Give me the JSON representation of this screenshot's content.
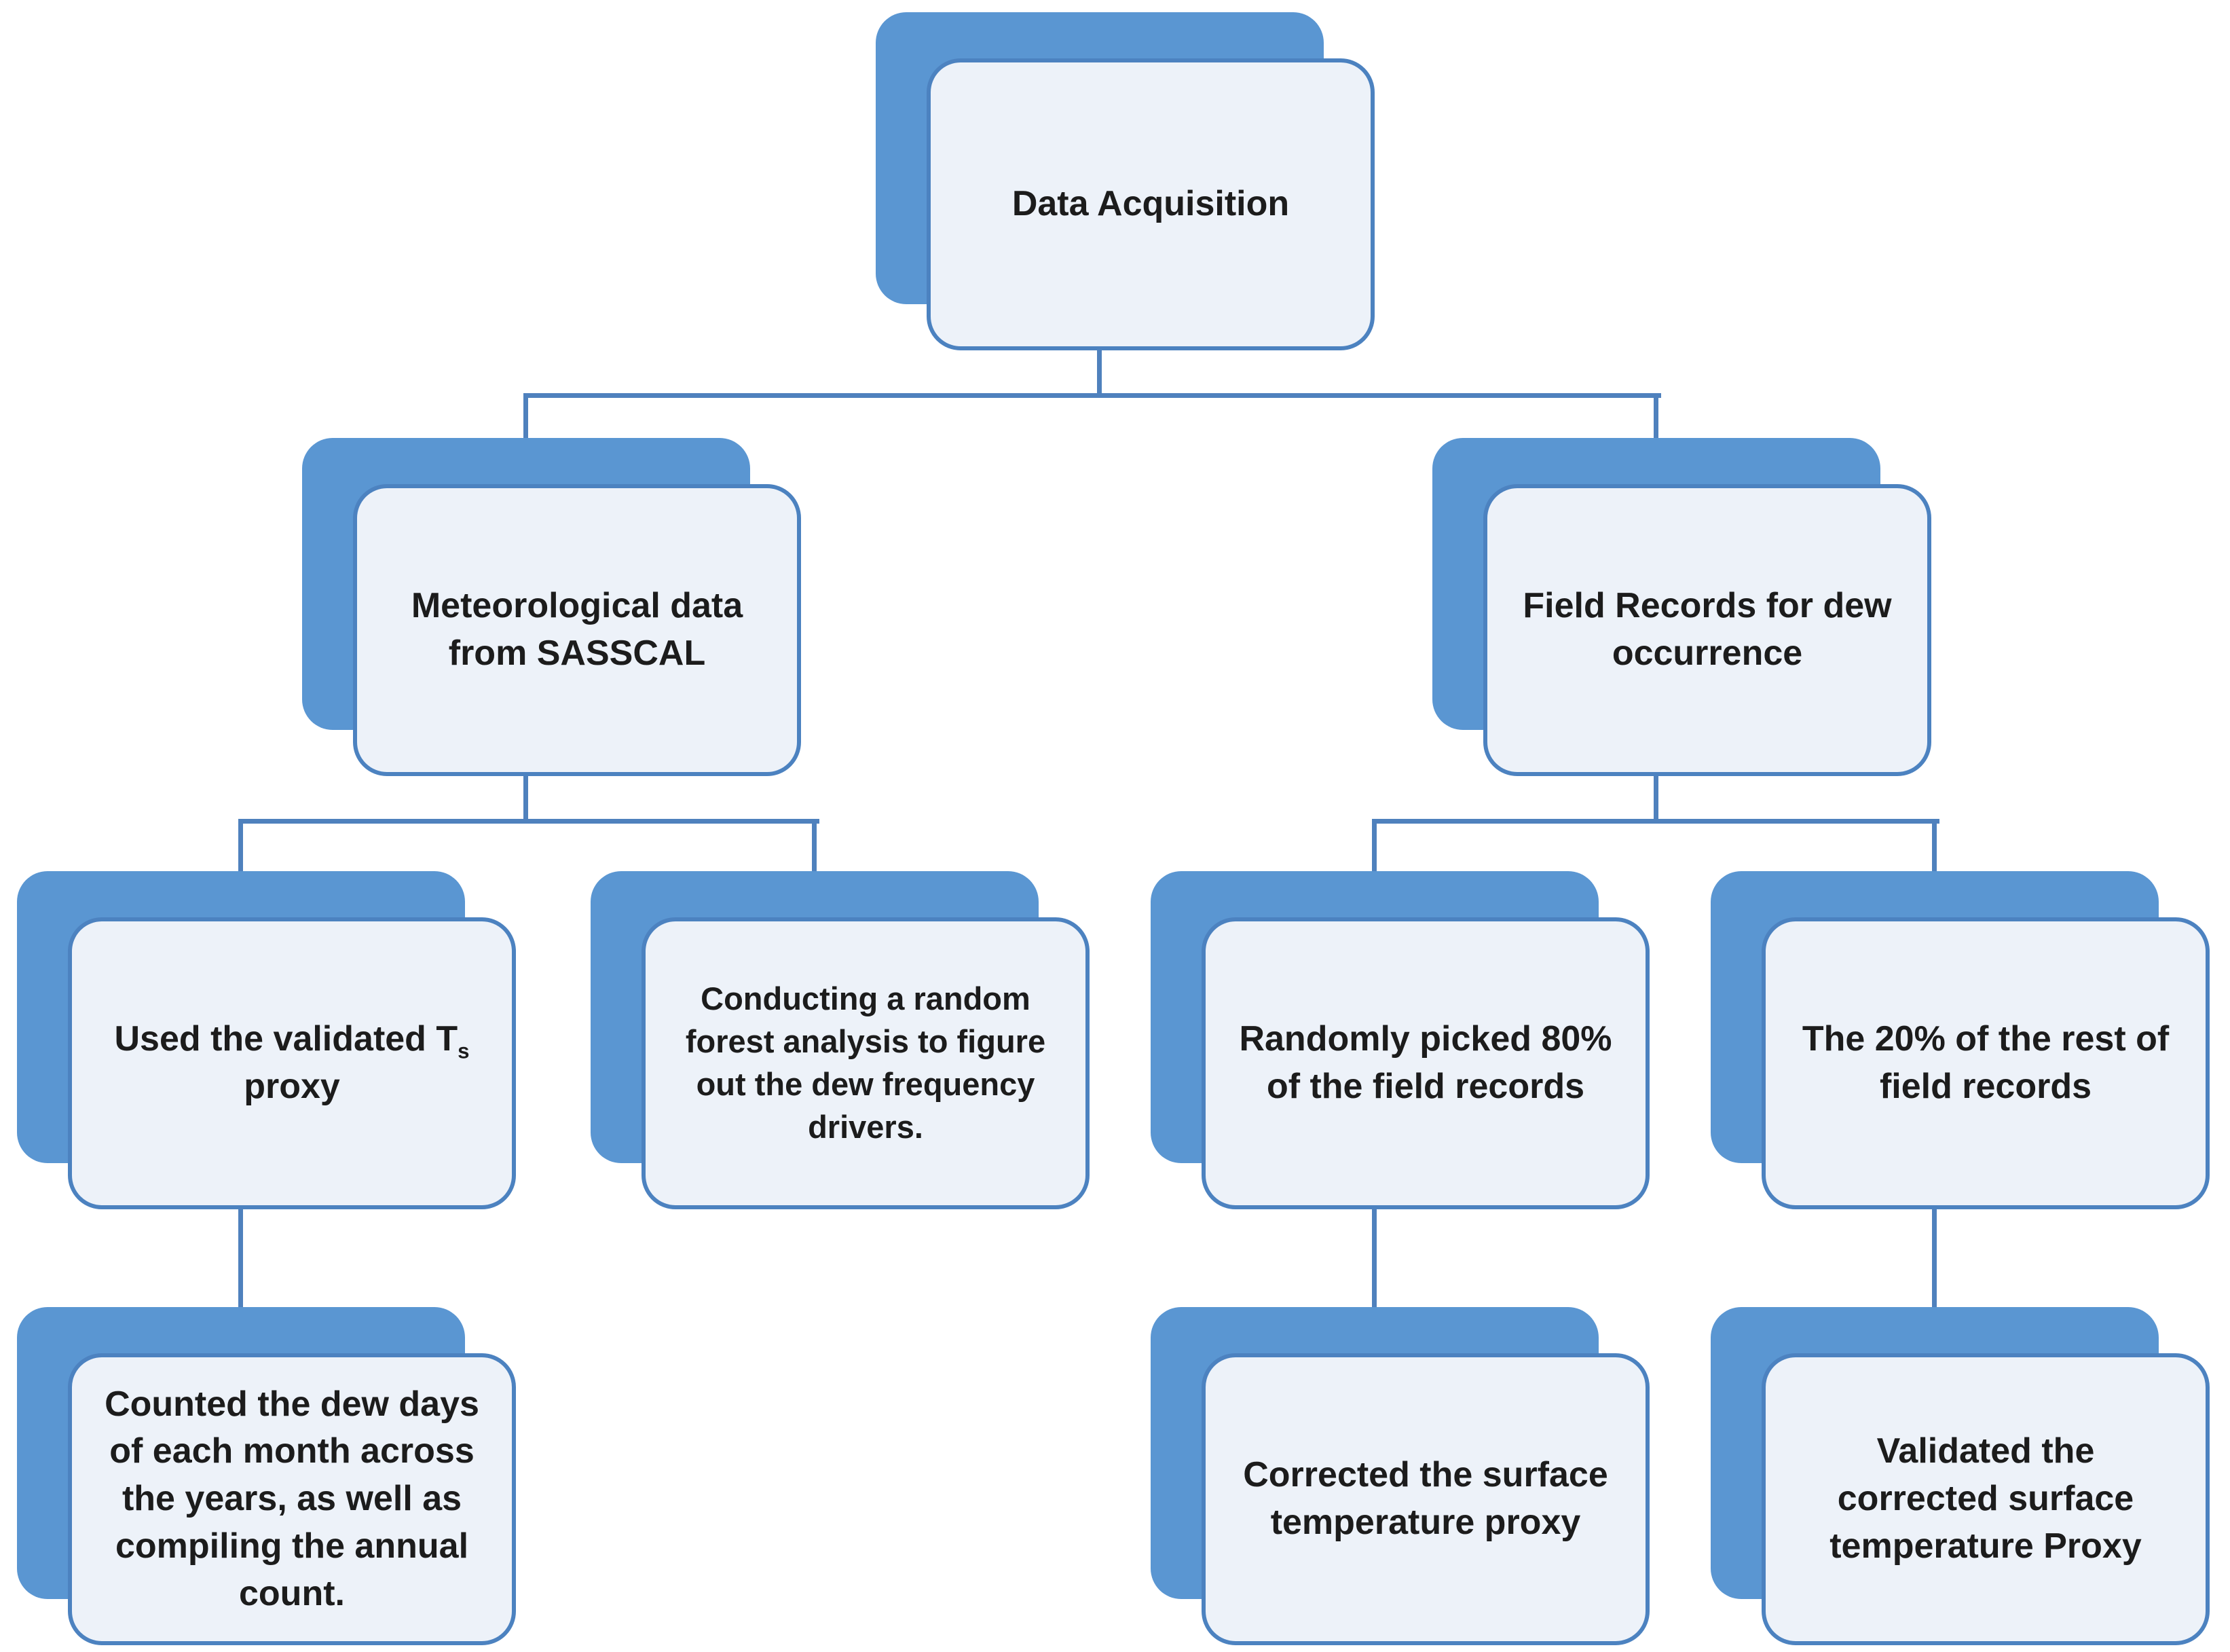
{
  "diagram": {
    "type": "flowchart-hierarchy",
    "colors": {
      "shadow_box": "#5A96D2",
      "panel_fill": "#EDF2F9",
      "panel_border": "#4C82C0",
      "connector": "#4F81BD",
      "text": "#1C1C1C"
    },
    "nodes": {
      "root": {
        "label": "Data Acquisition"
      },
      "met": {
        "label": "Meteorological data\nfrom SASSCAL"
      },
      "field": {
        "label": "Field Records for dew\noccurrence"
      },
      "ts_proxy": {
        "label_pre": "Used the validated T",
        "label_sub": "s",
        "label_post": "\nproxy"
      },
      "random_forest": {
        "label": "Conducting a random\nforest analysis to figure\nout the dew frequency\ndrivers."
      },
      "picked80": {
        "label": "Randomly picked 80%\nof the field records"
      },
      "rest20": {
        "label": "The 20% of the rest of\nfield records"
      },
      "counted": {
        "label": "Counted the dew days\nof each month across\nthe years, as well as\ncompiling the annual\ncount."
      },
      "corrected": {
        "label": "Corrected the surface\ntemperature proxy"
      },
      "validated": {
        "label": "Validated the\ncorrected surface\ntemperature Proxy"
      }
    }
  }
}
